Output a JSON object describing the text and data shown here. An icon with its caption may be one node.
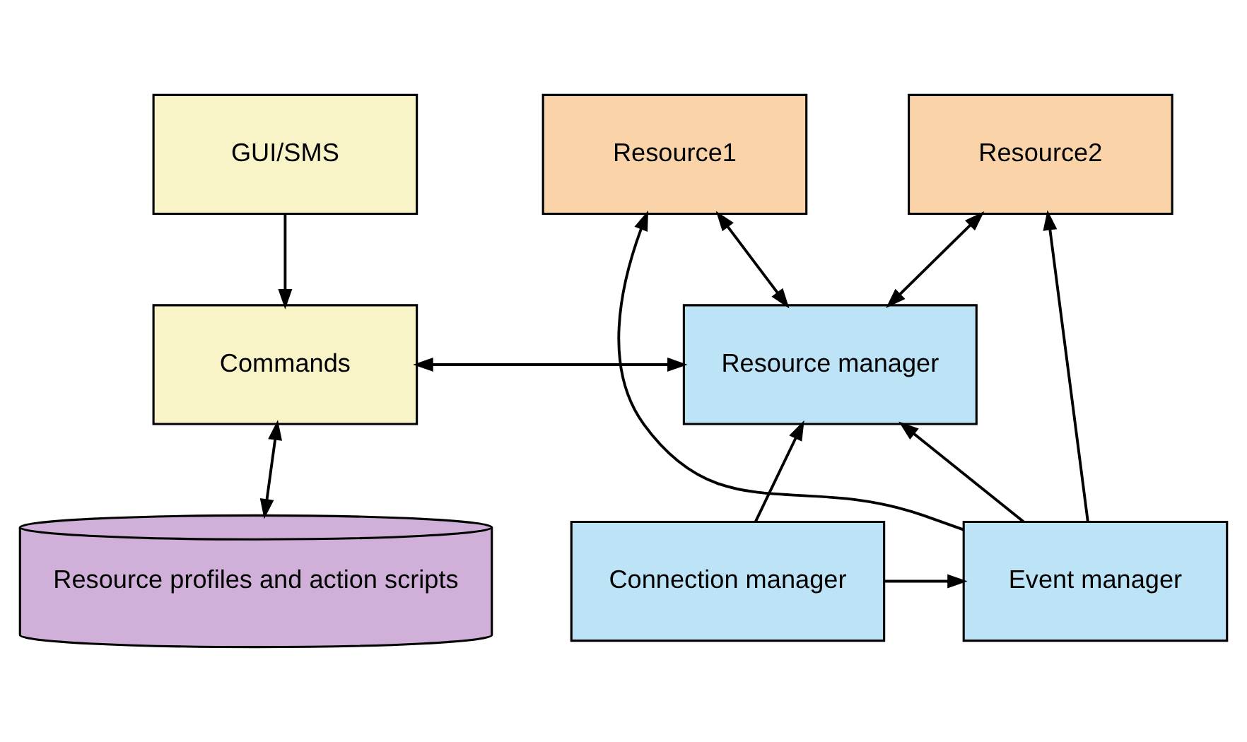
{
  "diagram": {
    "nodes": [
      {
        "text": [
          "GUI/SMS"
        ]
      },
      {
        "text": [
          "Commands"
        ]
      },
      {
        "text": [
          "Resource profiles and action scripts"
        ]
      },
      {
        "text": [
          "Resource1"
        ]
      },
      {
        "text": [
          "Resource2"
        ]
      },
      {
        "text": [
          "Resource manager"
        ]
      },
      {
        "text": [
          "Connection manager"
        ]
      },
      {
        "text": [
          "Event manager"
        ]
      }
    ],
    "edges": [
      {
        "from": 0,
        "to": 1,
        "arrow": "to"
      },
      {
        "from": 1,
        "to": 2,
        "arrow": "both"
      },
      {
        "from": 1,
        "to": 5,
        "arrow": "both"
      },
      {
        "from": 3,
        "to": 5,
        "arrow": "both"
      },
      {
        "from": 5,
        "to": 4,
        "arrow": "both"
      },
      {
        "from": 7,
        "to": 5,
        "arrow": "to"
      },
      {
        "from": 7,
        "to": 3,
        "arrow": "to"
      },
      {
        "from": 7,
        "to": 4,
        "arrow": "to"
      },
      {
        "from": 6,
        "to": 5,
        "arrow": "to"
      },
      {
        "from": 6,
        "to": 7,
        "arrow": "to"
      }
    ]
  }
}
